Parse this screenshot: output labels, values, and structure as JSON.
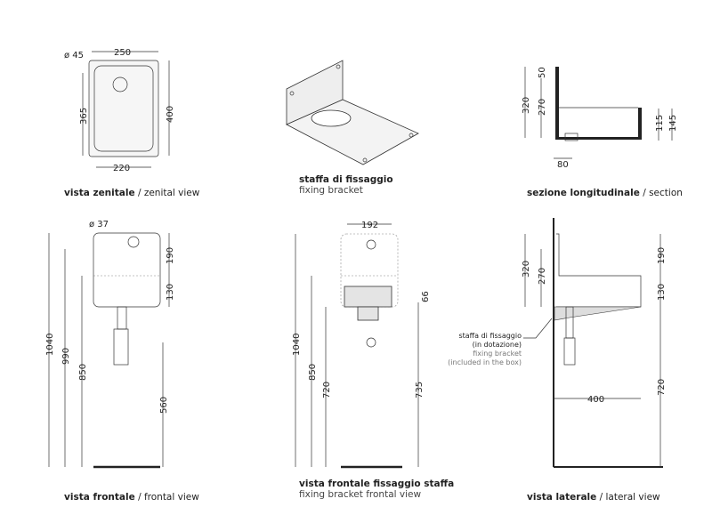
{
  "views": {
    "zenital": {
      "it": "vista zenitale",
      "en": "zenital view",
      "dims": {
        "hole": "ø 45",
        "top": "250",
        "left": "365",
        "right": "400",
        "bottom": "220"
      }
    },
    "bracket": {
      "it": "staffa di fissaggio",
      "en": "fixing bracket"
    },
    "section": {
      "it": "sezione longitudinale",
      "en": "section",
      "dims": {
        "a": "50",
        "b": "320",
        "c": "270",
        "d": "115",
        "e": "145",
        "f": "80"
      }
    },
    "frontal": {
      "it": "vista frontale",
      "en": "frontal view",
      "dims": {
        "hole": "ø 37",
        "h1": "1040",
        "h2": "990",
        "h3": "850",
        "h4": "560",
        "r1": "190",
        "r2": "130"
      }
    },
    "bracket_frontal": {
      "it": "vista frontale fissaggio staffa",
      "en": "fixing bracket frontal view",
      "dims": {
        "w": "192",
        "h1": "1040",
        "h2": "850",
        "h3": "720",
        "h4": "735",
        "h5": "66"
      }
    },
    "lateral": {
      "it": "vista laterale",
      "en": "lateral view",
      "dims": {
        "a": "320",
        "b": "270",
        "c": "190",
        "d": "130",
        "e": "720",
        "f": "400"
      },
      "note": {
        "l1": "staffa di fissaggio",
        "l2": "(in dotazione)",
        "l3": "fixing bracket",
        "l4": "(included in the box)"
      }
    }
  },
  "sep": "/"
}
